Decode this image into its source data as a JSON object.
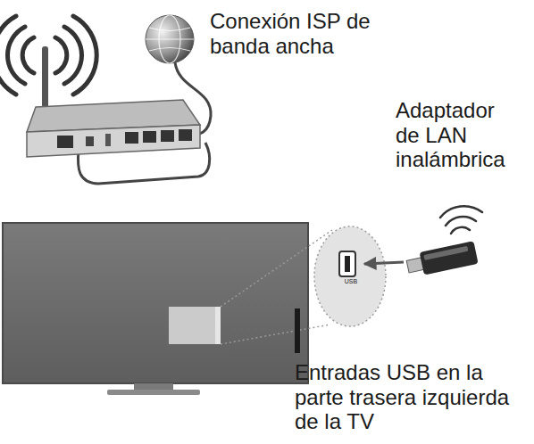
{
  "diagram": {
    "labels": [
      "Conexión ISP de banda ancha",
      "Adaptador de LAN inalámbrica",
      "USB",
      "Entradas USB en la parte trasera izquierda de la TV"
    ]
  }
}
